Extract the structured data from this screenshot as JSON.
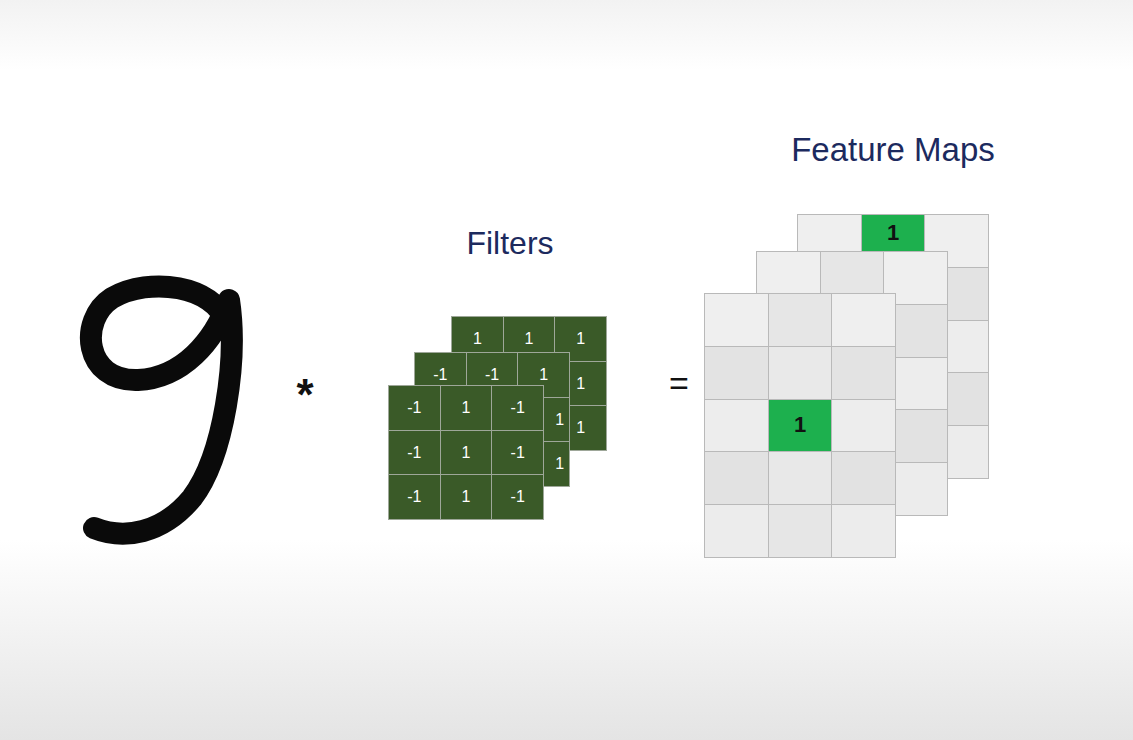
{
  "diagram": {
    "nodes": [
      {
        "text": [
          "1",
          "1",
          "1",
          "1",
          "1"
        ]
      },
      {
        "text": [
          "-1",
          "-1",
          "1",
          "1",
          "1"
        ]
      },
      {
        "text": [
          "-1",
          "1",
          "-1",
          "-1",
          "1",
          "-1",
          "-1",
          "1",
          "-1"
        ]
      },
      {
        "text": [
          "1"
        ]
      },
      {
        "text": [
          "1"
        ]
      }
    ],
    "labels": [
      "Filters",
      "Feature Maps",
      "*",
      "="
    ]
  }
}
